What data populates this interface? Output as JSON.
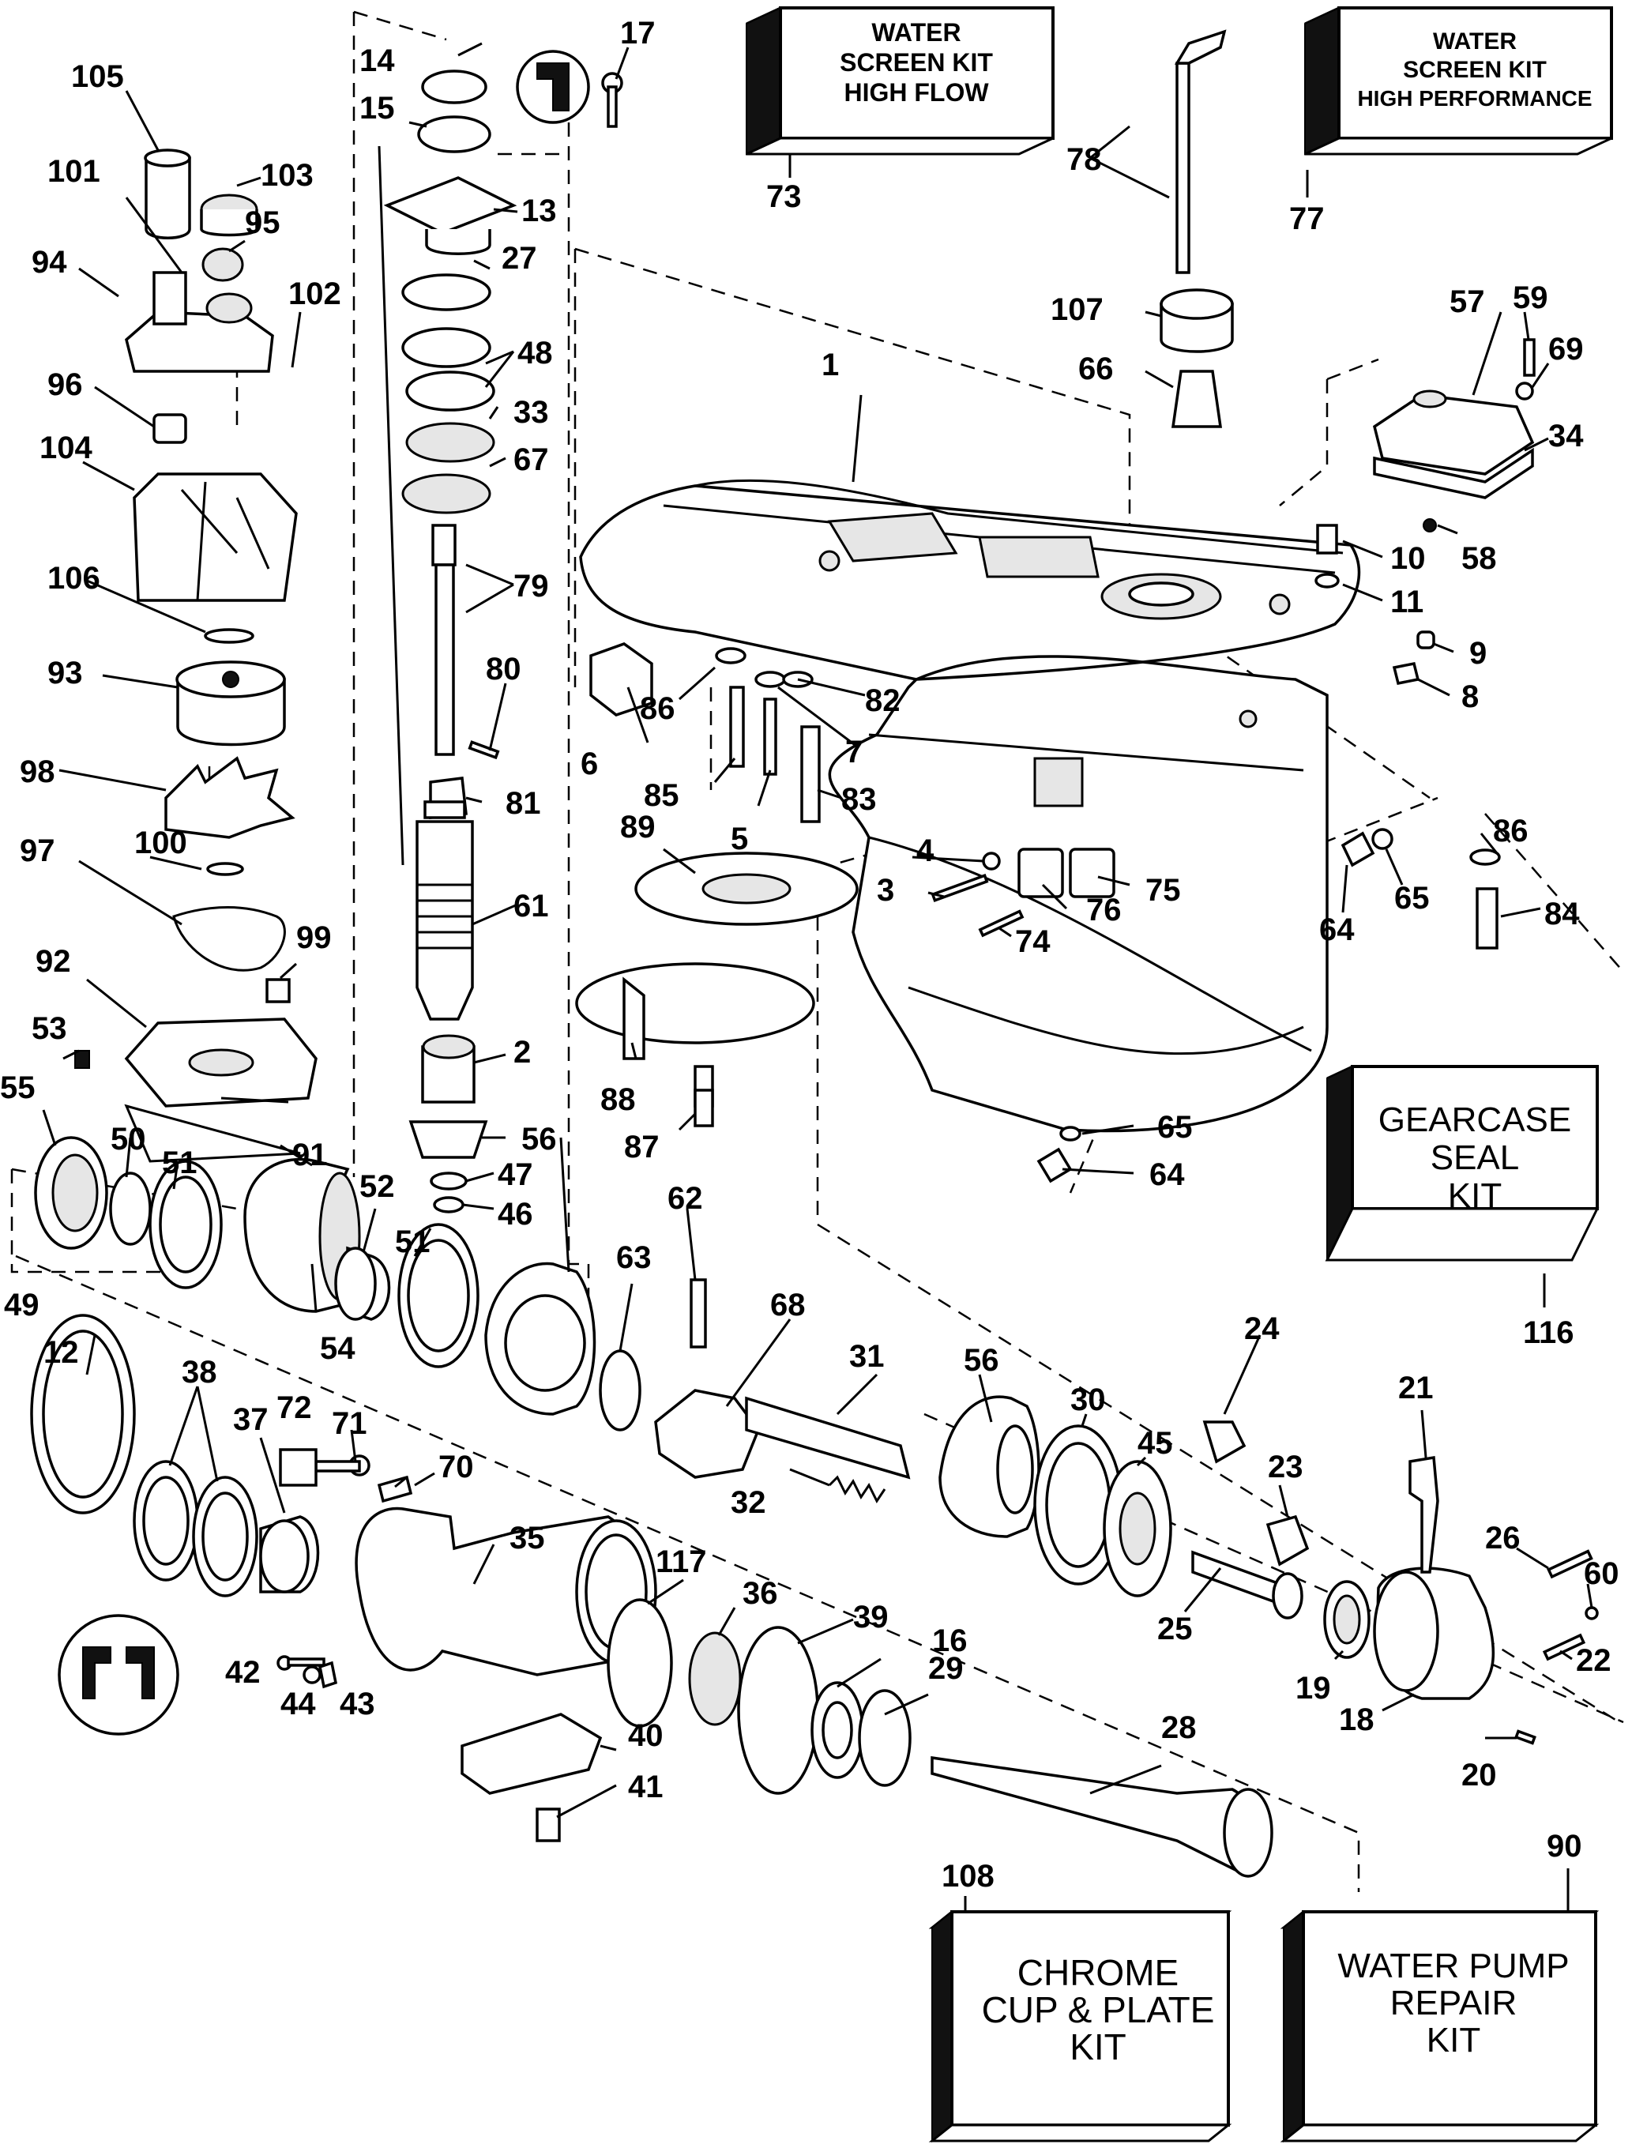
{
  "kits": [
    {
      "id": "kit-73",
      "lines": [
        "WATER",
        "SCREEN KIT",
        "HIGH FLOW"
      ],
      "ref": "73"
    },
    {
      "id": "kit-77",
      "lines": [
        "WATER",
        "SCREEN KIT",
        "HIGH PERFORMANCE"
      ],
      "ref": "77"
    },
    {
      "id": "kit-116",
      "lines": [
        "GEARCASE",
        "SEAL",
        "KIT"
      ],
      "ref": "116"
    },
    {
      "id": "kit-108",
      "lines": [
        "CHROME",
        "CUP & PLATE",
        "KIT"
      ],
      "ref": "108"
    },
    {
      "id": "kit-90",
      "lines": [
        "WATER PUMP",
        "REPAIR",
        "KIT"
      ],
      "ref": "90"
    }
  ],
  "callouts": [
    "1",
    "2",
    "3",
    "4",
    "5",
    "6",
    "7",
    "8",
    "9",
    "10",
    "11",
    "12",
    "13",
    "14",
    "15",
    "16",
    "17",
    "18",
    "19",
    "20",
    "21",
    "22",
    "23",
    "24",
    "25",
    "26",
    "27",
    "28",
    "29",
    "30",
    "31",
    "32",
    "33",
    "34",
    "35",
    "36",
    "37",
    "38",
    "39",
    "40",
    "41",
    "42",
    "43",
    "44",
    "45",
    "46",
    "47",
    "48",
    "49",
    "50",
    "51",
    "51",
    "52",
    "53",
    "54",
    "55",
    "56",
    "56",
    "57",
    "58",
    "59",
    "60",
    "61",
    "62",
    "63",
    "64",
    "64",
    "65",
    "65",
    "66",
    "67",
    "68",
    "69",
    "70",
    "71",
    "72",
    "74",
    "75",
    "76",
    "78",
    "79",
    "80",
    "81",
    "82",
    "83",
    "84",
    "85",
    "86",
    "86",
    "87",
    "88",
    "89",
    "91",
    "92",
    "93",
    "94",
    "95",
    "96",
    "97",
    "98",
    "99",
    "100",
    "101",
    "102",
    "103",
    "104",
    "105",
    "106",
    "107",
    "117"
  ]
}
